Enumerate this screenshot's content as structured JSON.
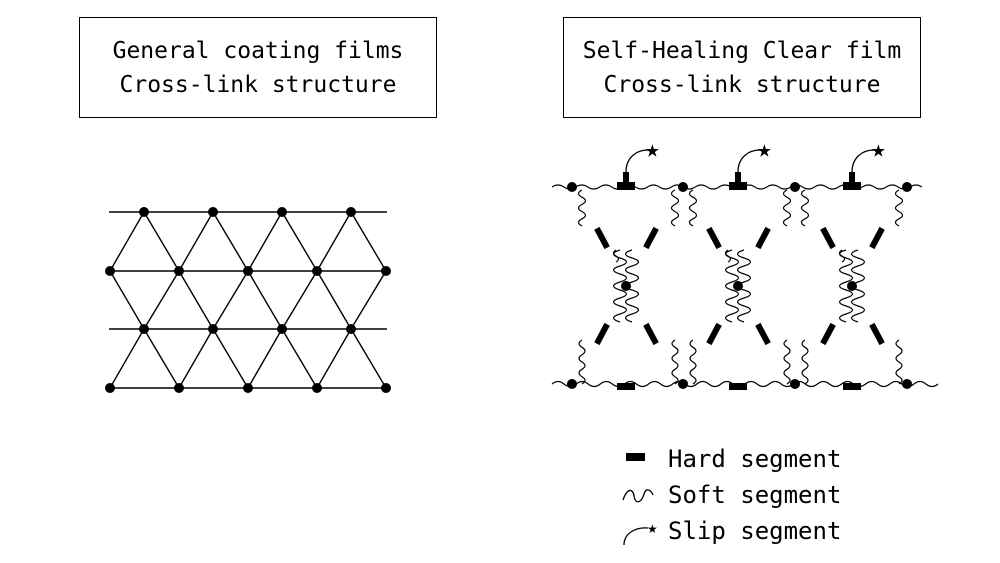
{
  "left_panel": {
    "title_line1": "General coating films",
    "title_line2": "Cross-link structure"
  },
  "right_panel": {
    "title_line1": "Self-Healing Clear film",
    "title_line2": "Cross-link structure"
  },
  "legend": {
    "hard": "Hard segment",
    "soft": "Soft segment",
    "slip": "Slip segment"
  },
  "colors": {
    "ink": "#000000",
    "background": "#ffffff"
  }
}
